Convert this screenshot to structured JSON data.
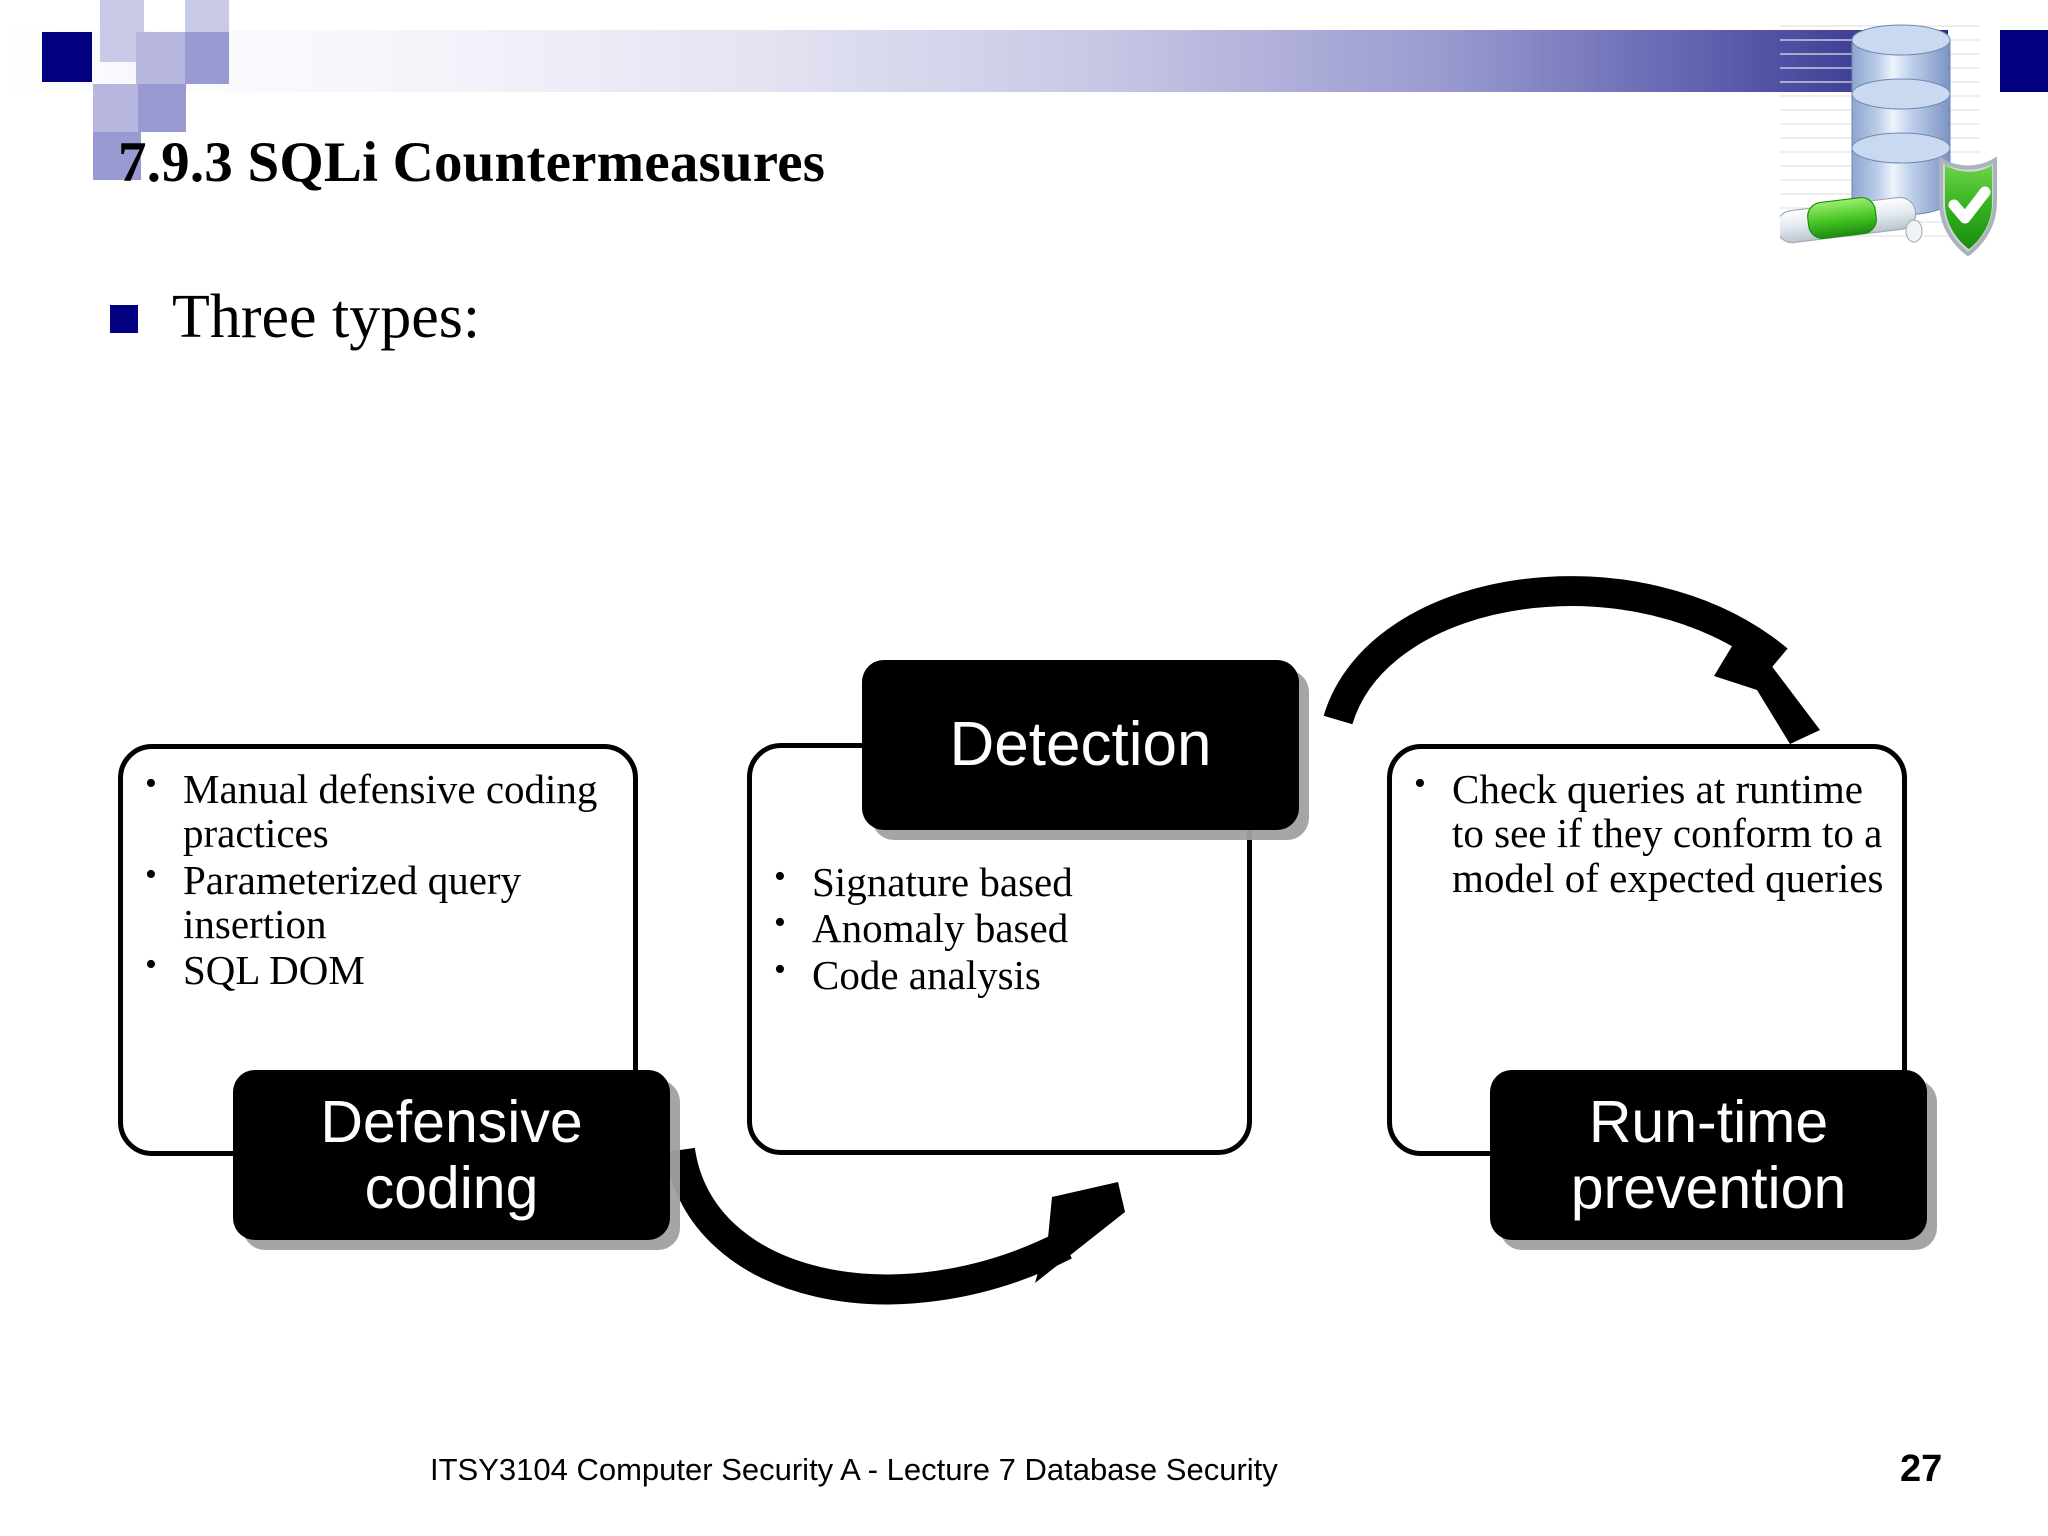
{
  "slide": {
    "title": "7.9.3 SQLi Countermeasures",
    "intro_bullet": "Three types:",
    "footer": "ITSY3104 Computer Security A - Lecture 7 Database Security",
    "page_number": "27",
    "accent_navy": "#000080",
    "header_gradient_end": "#2b2b87",
    "box_fill": "#000000",
    "box_text_color": "#ffffff"
  },
  "diagram": {
    "type": "process-flow",
    "flow_order": [
      "Defensive coding",
      "Detection",
      "Run-time prevention"
    ],
    "groups": [
      {
        "label": "Defensive coding",
        "items": [
          "Manual defensive coding practices",
          "Parameterized query insertion",
          "SQL DOM"
        ]
      },
      {
        "label": "Detection",
        "items": [
          "Signature based",
          "Anomaly based",
          "Code analysis"
        ]
      },
      {
        "label": "Run-time prevention",
        "items": [
          "Check queries at runtime to see if they conform to a model of expected queries"
        ]
      }
    ],
    "arrows": [
      {
        "from": "Defensive coding",
        "to": "Detection",
        "shape": "curve-down"
      },
      {
        "from": "Detection",
        "to": "Run-time prevention",
        "shape": "curve-up"
      }
    ]
  },
  "icons": {
    "database_shield": "database-shield-icon",
    "bullet_square": "square-bullet-icon"
  }
}
